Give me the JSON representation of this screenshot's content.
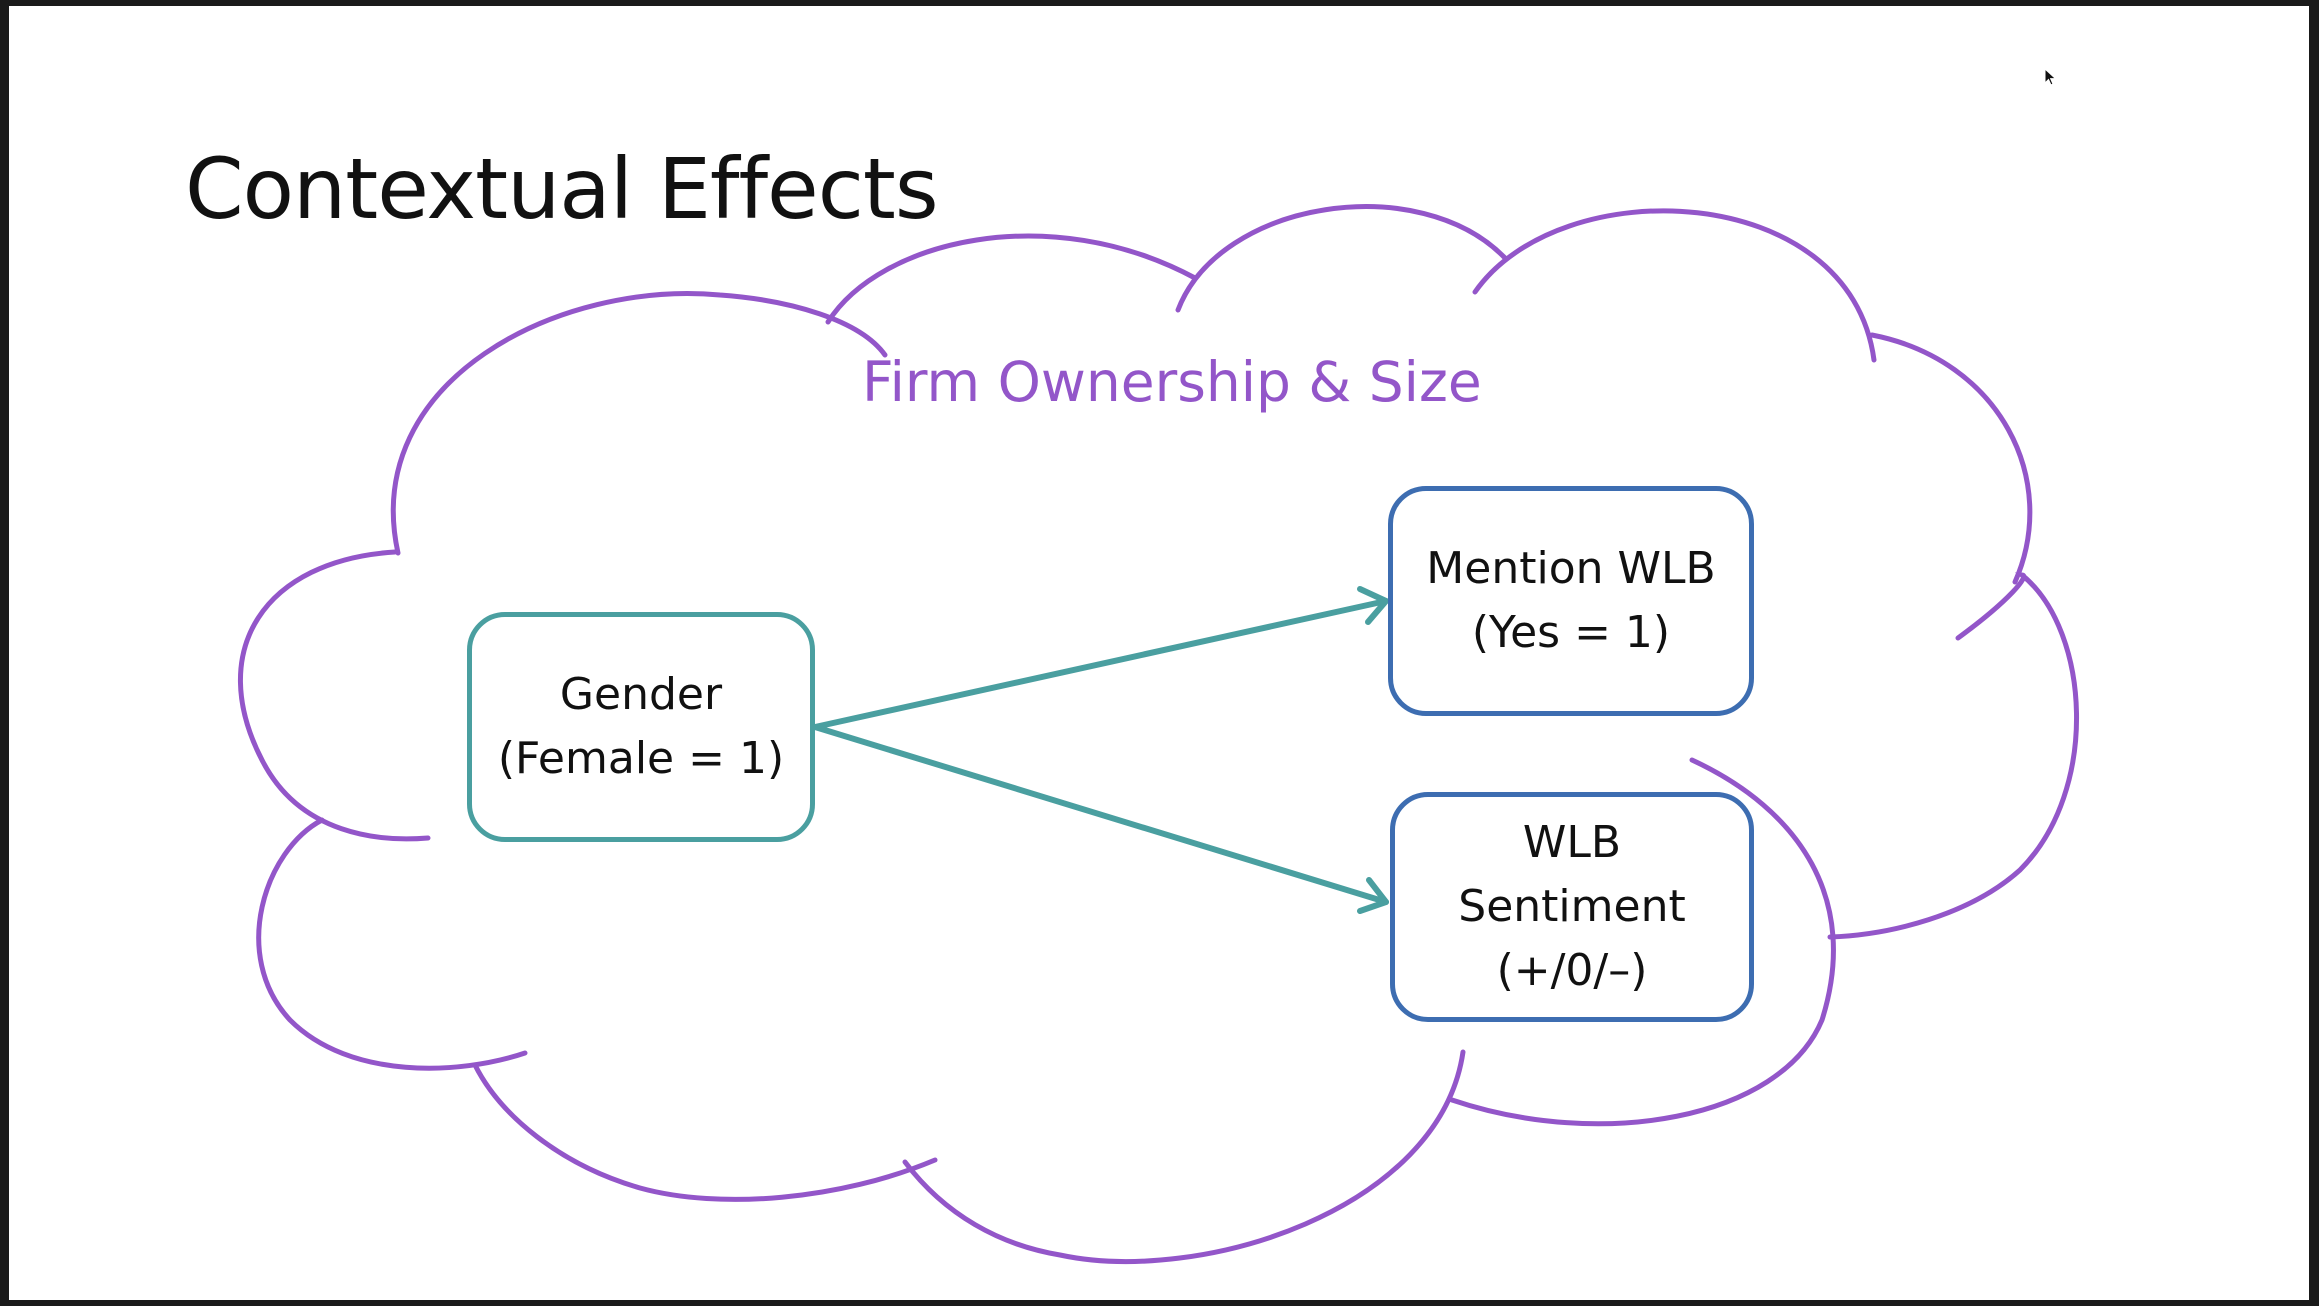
{
  "slide": {
    "title": "Contextual Effects"
  },
  "diagram": {
    "context_label": "Firm Ownership & Size",
    "nodes": {
      "gender": {
        "line1": "Gender",
        "line2": "(Female = 1)"
      },
      "mention": {
        "line1": "Mention WLB",
        "line2": "(Yes = 1)"
      },
      "sentiment": {
        "line1": "WLB",
        "line2": "Sentiment",
        "line3": "(+/0/–)"
      }
    },
    "edges": [
      {
        "from": "gender",
        "to": "mention"
      },
      {
        "from": "gender",
        "to": "sentiment"
      }
    ]
  },
  "colors": {
    "cloud": "#9356c9",
    "arrow": "#4a9fa0",
    "gender_border": "#4a9fa0",
    "outcome_border": "#3d6db1",
    "background": "#ffffff",
    "frame": "#1a1a1a"
  }
}
